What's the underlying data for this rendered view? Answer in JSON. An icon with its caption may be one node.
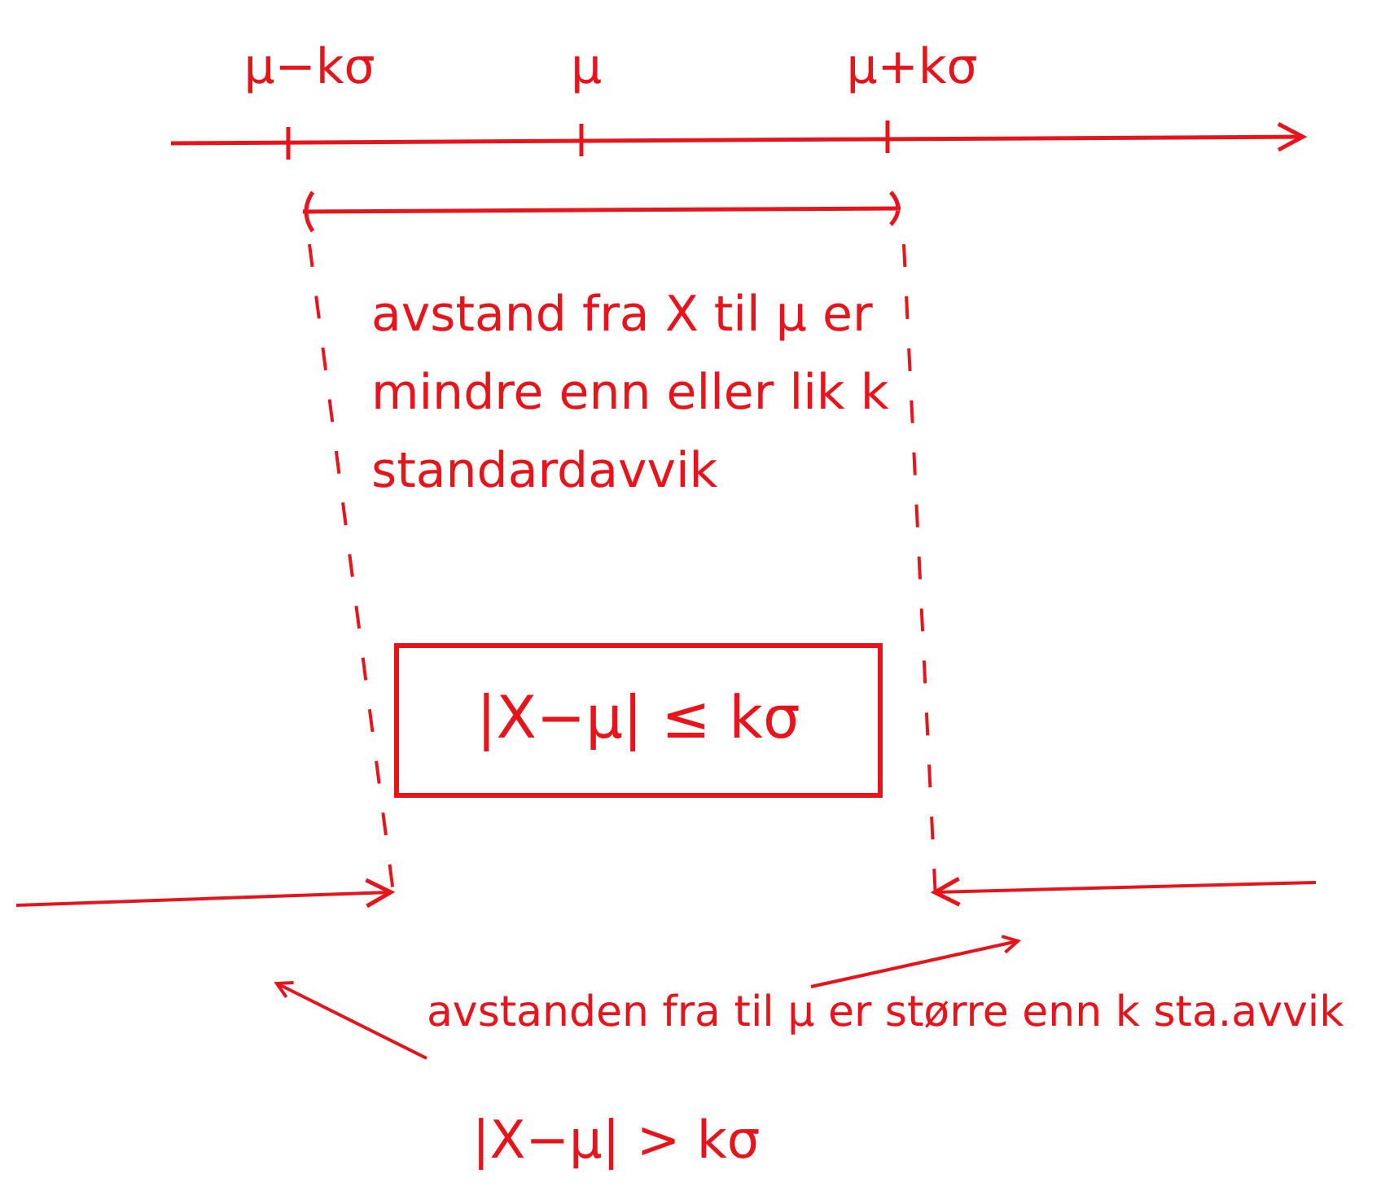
{
  "diagram": {
    "nodes": [
      {
        "text": [
          "|X−μ| ≤ kσ"
        ]
      },
      {
        "text": [
          "avstanden fra til μ er større enn k sta.avvik"
        ]
      }
    ],
    "edges": [
      {
        "from": 1,
        "to": null,
        "arrow": "to"
      },
      {
        "from": 1,
        "to": null,
        "arrow": "to"
      }
    ],
    "labels": [
      "μ−kσ",
      "μ",
      "μ+kσ",
      "avstand fra X til μ er mindre enn eller lik k standardavvik",
      "|X−μ| > kσ"
    ]
  }
}
